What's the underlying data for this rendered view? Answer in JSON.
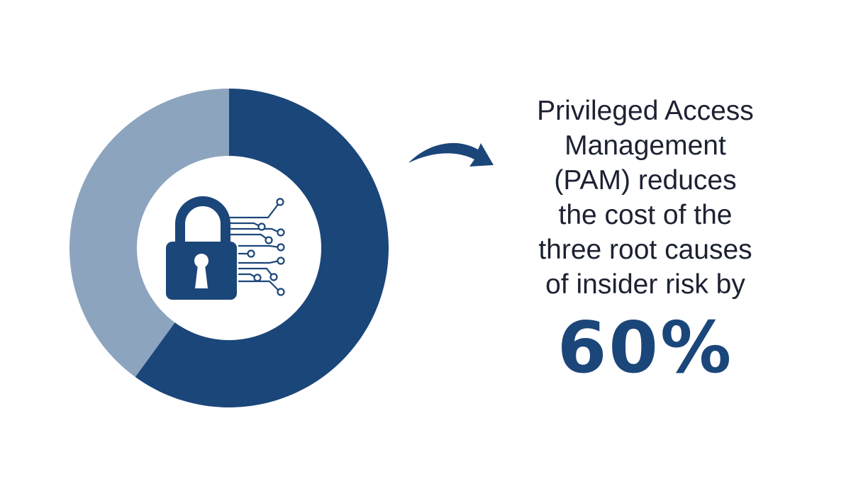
{
  "colors": {
    "primary": "#1b467a",
    "secondary": "#8da4be",
    "center": "#ffffff",
    "text": "#1c2232",
    "icon": "#1b467a"
  },
  "icons": {
    "center": "padlock-circuit-icon",
    "connector": "curved-arrow-icon"
  },
  "statement": {
    "lines": [
      "Privileged Access",
      "Management",
      "(PAM) reduces",
      "the cost of the",
      "three root causes",
      "of insider risk by"
    ]
  },
  "stat": {
    "value": "60%"
  },
  "chart_data": {
    "type": "pie",
    "style": "donut",
    "values": [
      60,
      40
    ],
    "colors": [
      "#1b467a",
      "#8da4be"
    ],
    "start": "top",
    "direction": "clockwise",
    "legend": "none"
  }
}
